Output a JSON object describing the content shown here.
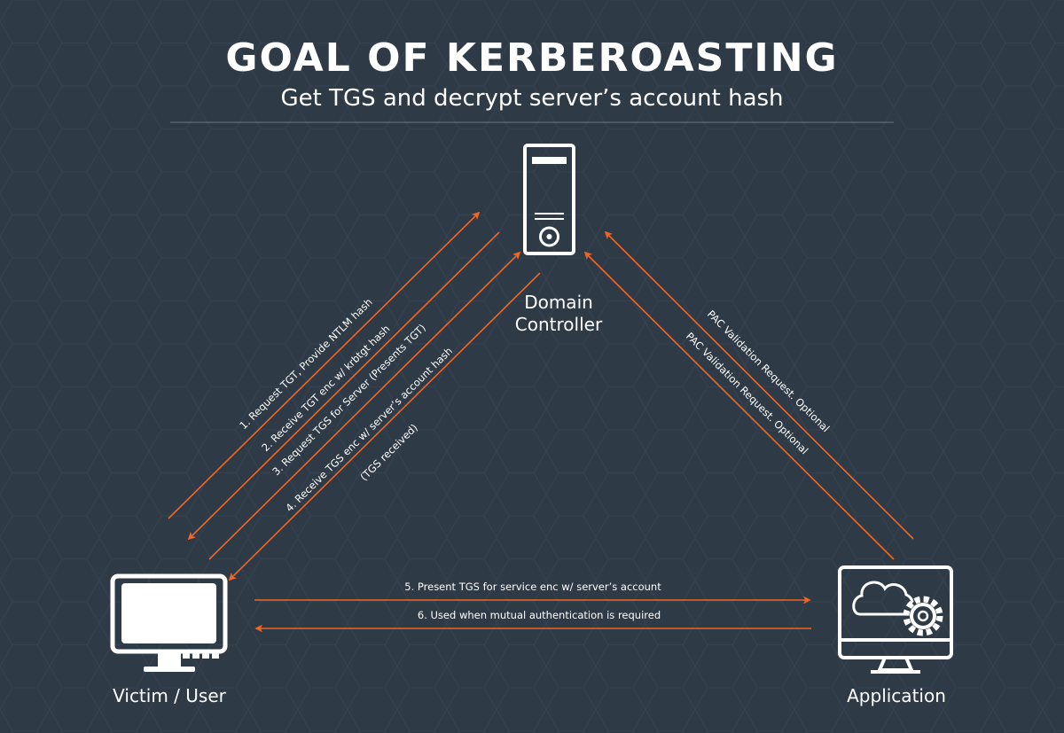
{
  "header": {
    "title": "GOAL OF KERBEROASTING",
    "subtitle": "Get TGS and decrypt server’s account hash"
  },
  "nodes": {
    "domain_controller": {
      "line1": "Domain",
      "line2": "Controller",
      "icon": "server-tower-icon"
    },
    "victim": {
      "label": "Victim / User",
      "icon": "desktop-monitor-icon"
    },
    "application": {
      "label": "Application",
      "icon": "cloud-gear-monitor-icon"
    }
  },
  "flows": {
    "step1": "1. Request TGT, Provide NTLM hash",
    "step2": "2. Receive TGT enc w/ krbtgt hash",
    "step3": "3. Request TGS for Server (Presents TGT)",
    "step4_line1": "4. Receive TGS enc w/ server’s account hash",
    "step4_line2": "(TGS received)",
    "step5": "5. Present TGS for service enc w/ server’s account",
    "step6": "6. Used when mutual authentication is required",
    "pac1": "PAC Validation Request. Optional",
    "pac2": "PAC Validation Request. Optional"
  },
  "colors": {
    "background": "#2f3a47",
    "accent": "#f26522",
    "text": "#ffffff"
  }
}
